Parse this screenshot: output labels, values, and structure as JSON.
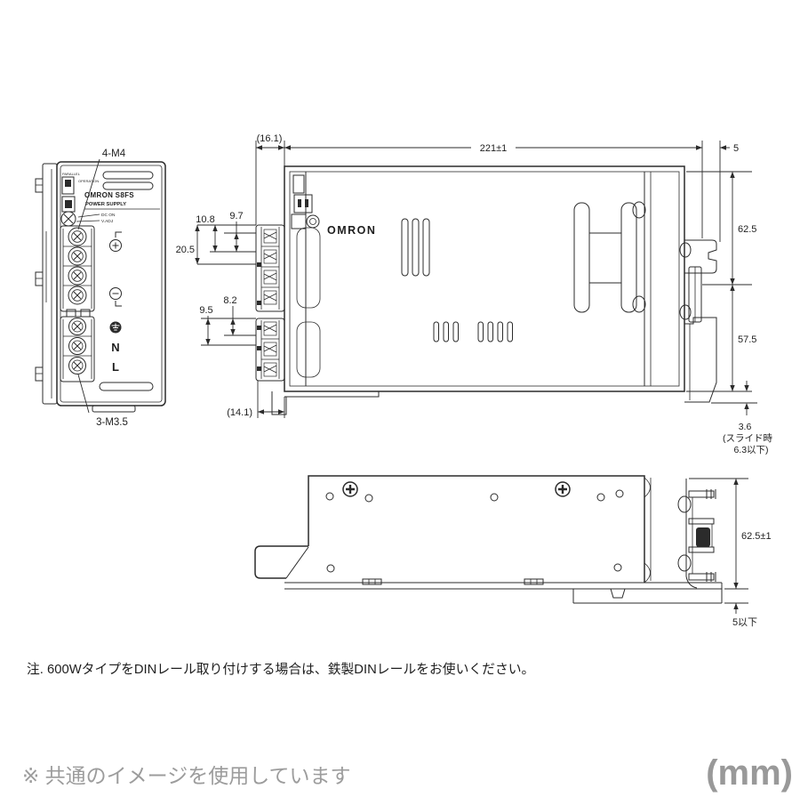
{
  "front_view": {
    "label_top": "4-M4",
    "label_bottom": "3-M3.5",
    "panel": {
      "parallel": "PARALLEL",
      "operation": "OPERATION",
      "brand_model": "OMRON S8FS",
      "product": "POWER SUPPLY",
      "dc_on": "DC ON",
      "v_adj": "V.ADJ",
      "neutral": "N",
      "line": "L"
    }
  },
  "side_view": {
    "brand": "OMRON",
    "dims": {
      "front_depth": "(16.1)",
      "body_depth": "221±1",
      "rail_offset": "5",
      "upper_height": "62.5",
      "lower_height": "57.5",
      "slide": "3.6",
      "slide_note_1": "(スライド時",
      "slide_note_2": "6.3以下)",
      "dim_9_7": "9.7",
      "dim_10_8": "10.8",
      "dim_20_5": "20.5",
      "dim_8_2": "8.2",
      "dim_9_5": "9.5",
      "dim_14_1": "(14.1)"
    }
  },
  "bottom_view": {
    "dims": {
      "height": "62.5±1",
      "protrusion": "5以下"
    }
  },
  "note": "注. 600WタイプをDINレール取り付けする場合は、鉄製DINレールをお使いください。",
  "watermark": "※ 共通のイメージを使用しています",
  "unit": "(mm)"
}
